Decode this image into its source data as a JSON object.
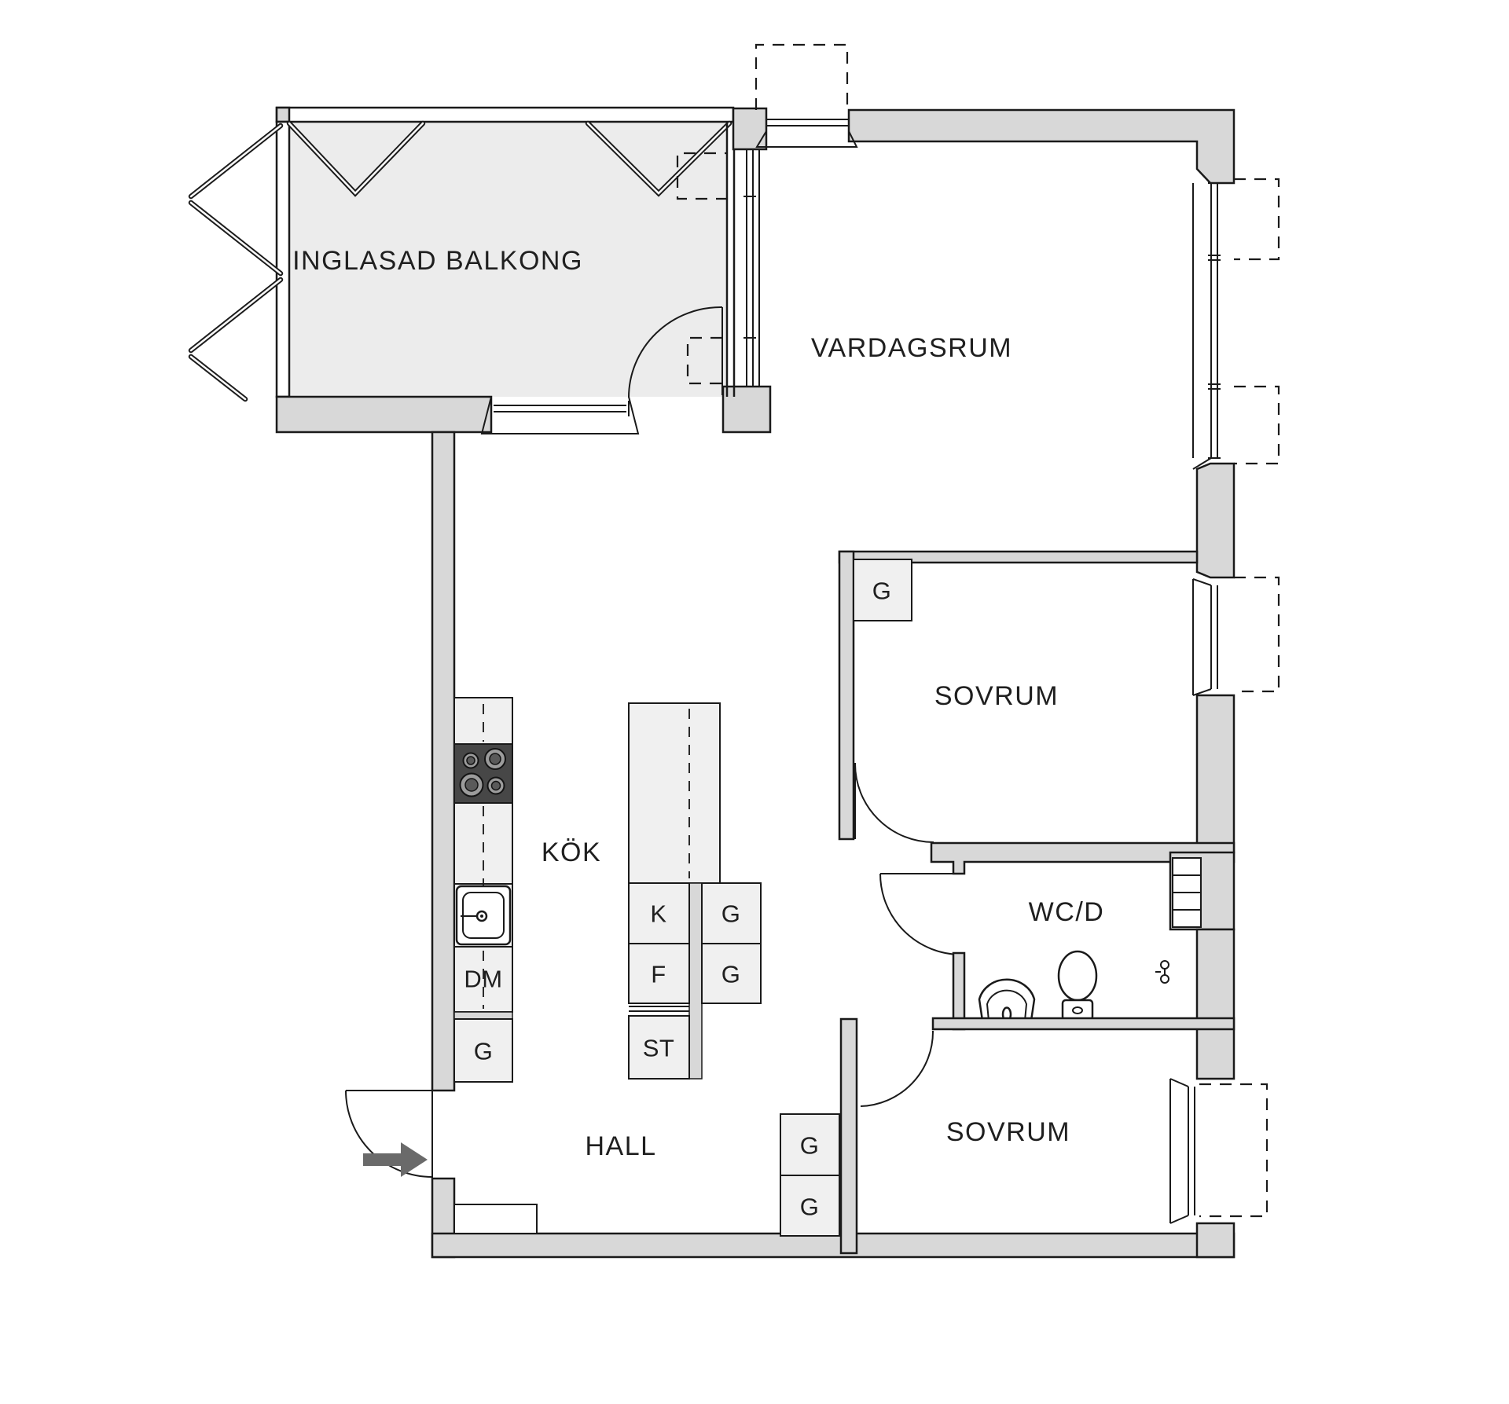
{
  "meta": {
    "type": "apartment-floor-plan",
    "language": "sv"
  },
  "colors": {
    "background": "#ffffff",
    "wall_fill": "#d8d8d8",
    "balcony_floor": "#ececec",
    "cabinet_fill": "#f0f0f0",
    "stove_fill": "#474747",
    "entry_arrow": "#6a6a6a",
    "line": "#1a1a1a",
    "text": "#1f1f1f"
  },
  "rooms": {
    "balcony": {
      "label": "INGLASAD BALKONG"
    },
    "living": {
      "label": "VARDAGSRUM"
    },
    "bedroom1": {
      "label": "SOVRUM"
    },
    "kitchen": {
      "label": "KÖK"
    },
    "wc": {
      "label": "WC/D"
    },
    "hall": {
      "label": "HALL"
    },
    "bedroom2": {
      "label": "SOVRUM"
    }
  },
  "closets": [
    {
      "id": "bedroom1-wardrobe",
      "label": "G"
    },
    {
      "id": "island-wardrobe-top",
      "label": "G"
    },
    {
      "id": "island-wardrobe-bottom",
      "label": "G"
    },
    {
      "id": "kitchen-wardrobe",
      "label": "G"
    },
    {
      "id": "hall-wardrobe-top",
      "label": "G"
    },
    {
      "id": "hall-wardrobe-bottom",
      "label": "G"
    }
  ],
  "appliances": {
    "fridge": "K",
    "freezer": "F",
    "cleaning": "ST",
    "dishwasher": "DM"
  }
}
